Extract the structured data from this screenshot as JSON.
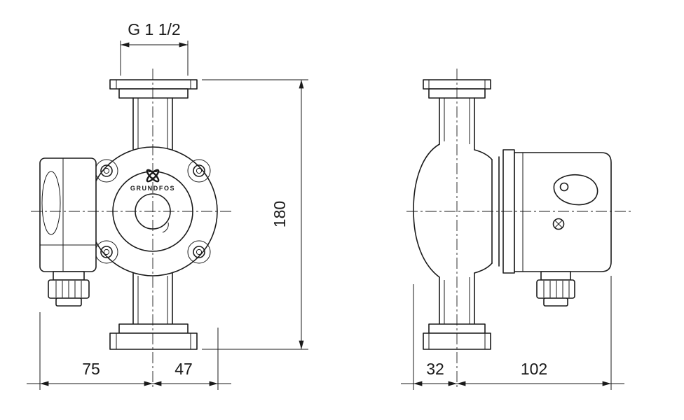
{
  "page": {
    "background_color": "#ffffff",
    "line_color": "#1a1a1a"
  },
  "drawing": {
    "brand_label": "GRUNDFOS",
    "dim_labels": {
      "connection": "G 1 1/2",
      "height": "180",
      "width_left": "75",
      "width_right": "47",
      "depth_left": "32",
      "depth_right": "102"
    }
  }
}
